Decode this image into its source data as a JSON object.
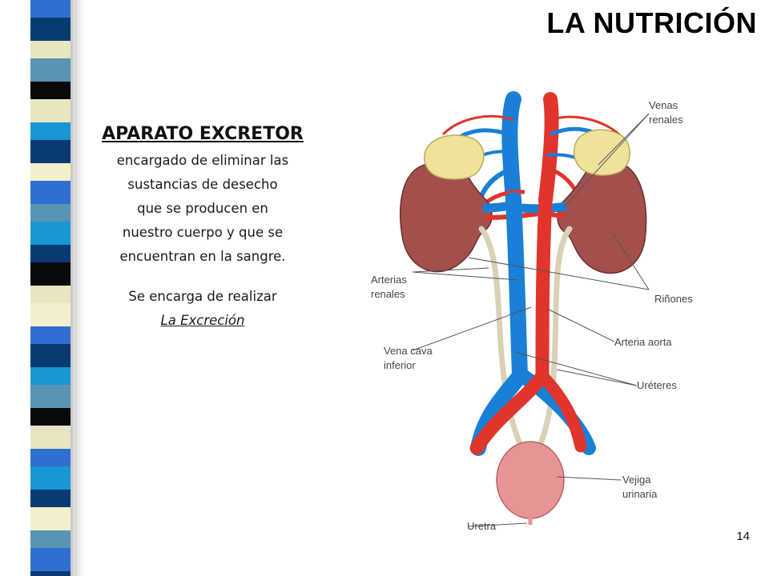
{
  "slide": {
    "title": "LA NUTRICIÓN",
    "page_number": "14"
  },
  "text": {
    "heading": "APARATO EXCRETOR",
    "body": [
      "encargado de eliminar las",
      "sustancias de desecho",
      "que se producen en",
      "nuestro cuerpo y que se",
      "encuentran en la sangre."
    ],
    "task_intro": "Se encarga de realizar",
    "task_link": "La Excreción"
  },
  "figure": {
    "labels": {
      "venas_renales": [
        "Venas",
        "renales"
      ],
      "arterias_renales": [
        "Arterias",
        "renales"
      ],
      "rinones": [
        "Riñones"
      ],
      "arteria_aorta": [
        "Arteria aorta"
      ],
      "vena_cava": [
        "Vena cava",
        "inferior"
      ],
      "ureteres": [
        "Uréteres"
      ],
      "vejiga": [
        "Vejiga",
        "urinaria"
      ],
      "uretra": [
        "Uretra"
      ]
    },
    "colors": {
      "vein": "#1a7fd6",
      "artery": "#e0342c",
      "kidney": "#a3504d",
      "adrenal": "#efe39a",
      "bladder": "#e69494",
      "ureter": "#d9d0b6"
    }
  },
  "strip": {
    "colors": [
      "#2f6fd0",
      "#083b73",
      "#e8e6c0",
      "#5a93b3",
      "#0a0a0a",
      "#1996d4",
      "#f2f0cc"
    ]
  }
}
